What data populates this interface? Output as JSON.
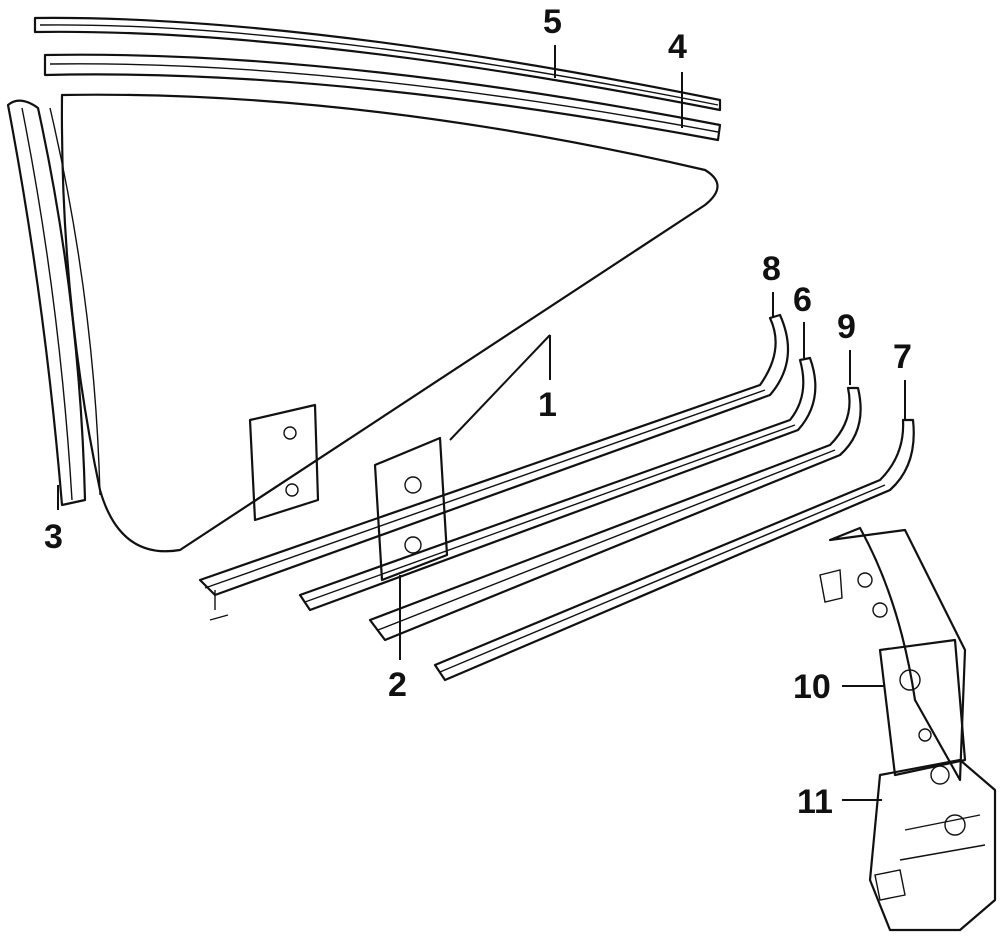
{
  "diagram": {
    "type": "exploded-parts-diagram",
    "callouts": [
      {
        "id": "1",
        "label": "1"
      },
      {
        "id": "2",
        "label": "2"
      },
      {
        "id": "3",
        "label": "3"
      },
      {
        "id": "4",
        "label": "4"
      },
      {
        "id": "5",
        "label": "5"
      },
      {
        "id": "6",
        "label": "6"
      },
      {
        "id": "7",
        "label": "7"
      },
      {
        "id": "8",
        "label": "8"
      },
      {
        "id": "9",
        "label": "9"
      },
      {
        "id": "10",
        "label": "10"
      },
      {
        "id": "11",
        "label": "11"
      }
    ]
  }
}
